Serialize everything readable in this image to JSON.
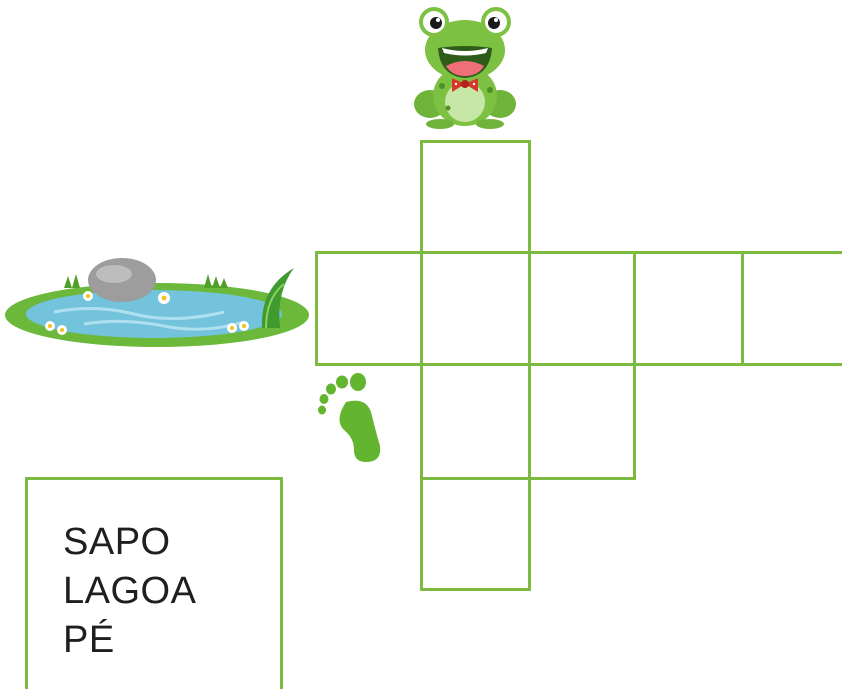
{
  "puzzle": {
    "grid_color": "#7cbb3f",
    "word_bank": {
      "words": [
        "SAPO",
        "LAGOA",
        "PÉ"
      ]
    },
    "clues": [
      {
        "icon": "frog-icon",
        "answer_length": 4,
        "direction": "down"
      },
      {
        "icon": "pond-icon",
        "answer_length": 5,
        "direction": "across"
      },
      {
        "icon": "foot-icon",
        "answer_length": 2,
        "direction": "across"
      }
    ]
  }
}
